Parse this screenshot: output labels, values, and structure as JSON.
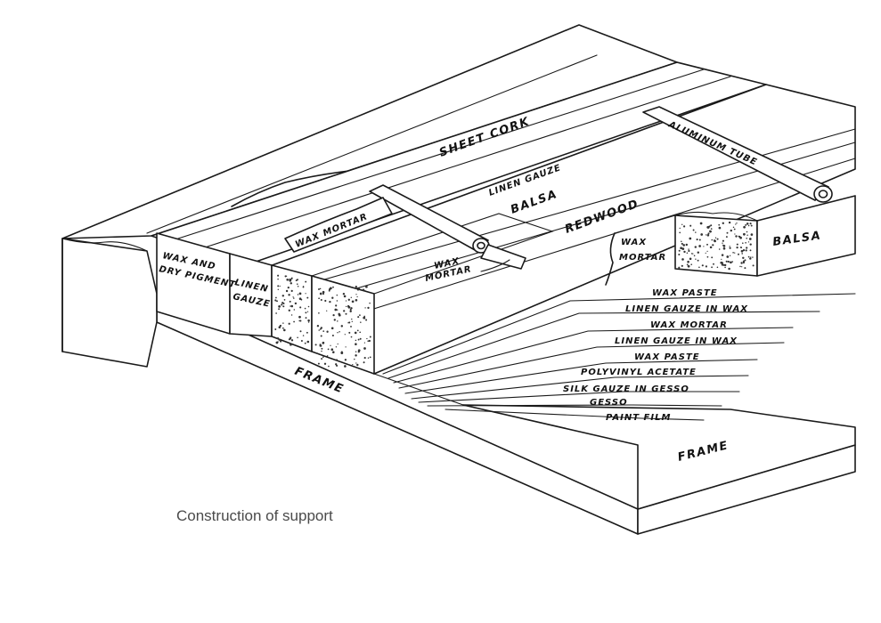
{
  "labels": {
    "sheet_cork": "SHEET CORK",
    "linen_gauze_top": "LINEN GAUZE",
    "balsa_top": "BALSA",
    "aluminum_tube": "ALUMINUM TUBE",
    "redwood": "REDWOOD",
    "wax_mortar_left": "WAX MORTAR",
    "wax_mortar_right_1": "WAX",
    "wax_mortar_right_2": "MORTAR",
    "wax_mortar_mid_1": "WAX",
    "wax_mortar_mid_2": "MORTAR",
    "balsa_right": "BALSA",
    "wax_and_dry_pigment_1": "WAX AND",
    "wax_and_dry_pigment_2": "DRY PIGMENT",
    "linen_gauze_side_1": "LINEN",
    "linen_gauze_side_2": "GAUZE",
    "frame_front": "FRAME",
    "frame_right": "FRAME"
  },
  "layers": [
    "WAX PASTE",
    "LINEN GAUZE IN WAX",
    "WAX MORTAR",
    "LINEN GAUZE IN WAX",
    "WAX PASTE",
    "POLYVINYL ACETATE",
    "SILK GAUZE IN GESSO",
    "GESSO",
    "PAINT FILM"
  ],
  "caption": "Construction of support"
}
